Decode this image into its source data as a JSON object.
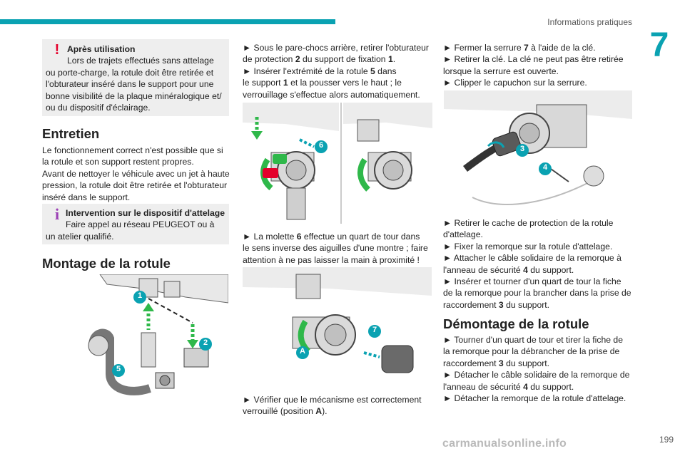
{
  "header": {
    "title": "Informations pratiques",
    "chapter": "7"
  },
  "col1": {
    "box1": {
      "icon": "!",
      "title": "Après utilisation",
      "lines": [
        "Lors de trajets effectués sans attelage",
        "ou porte-charge, la rotule doit être retirée et",
        "l'obturateur inséré dans le support pour une",
        "bonne visibilité de la plaque minéralogique et/",
        "ou du dispositif d'éclairage."
      ]
    },
    "entretien_heading": "Entretien",
    "entretien_lines": [
      "Le fonctionnement correct n'est possible que si",
      "la rotule et son support restent propres.",
      "Avant de nettoyer le véhicule avec un jet à haute",
      "pression, la rotule doit être retirée et l'obturateur",
      "inséré dans le support."
    ],
    "box2": {
      "icon": "i",
      "title": "Intervention sur le dispositif d'attelage",
      "lines": [
        "Faire appel au réseau PEUGEOT ou à",
        "un atelier qualifié."
      ]
    },
    "montage_heading": "Montage de la rotule",
    "fig_labels": {
      "n1": "1",
      "n2": "2",
      "n5": "5"
    }
  },
  "col2": {
    "step1": {
      "marker": "►",
      "pre": "Sous le pare-chocs arrière, retirer l'obturateur",
      "line2a": "de protection ",
      "b2": "2",
      "line2b": " du support de fixation ",
      "b1": "1",
      "line2c": "."
    },
    "step2": {
      "marker": "►",
      "pre": "Insérer l'extrémité de la rotule ",
      "b5": "5",
      "post": " dans",
      "line2a": "le support ",
      "b1": "1",
      "line2b": " et la pousser vers le haut ; le",
      "line3": "verrouillage s'effectue alors automatiquement."
    },
    "fig_labels": {
      "n6": "6",
      "n7": "7",
      "a": "A"
    },
    "step3": {
      "marker": "►",
      "pre": "La molette ",
      "b6": "6",
      "post": " effectue un quart de tour dans",
      "line2": "le sens inverse des aiguilles d'une montre ; faire",
      "line3": "attention à ne pas laisser la main à proximité !"
    },
    "step4": {
      "marker": "►",
      "pre": "Vérifier que le mécanisme est correctement",
      "line2a": "verrouillé (position ",
      "ba": "A",
      "line2b": ")."
    }
  },
  "col3": {
    "step1": {
      "marker": "►",
      "pre": "Fermer la serrure ",
      "b7": "7",
      "post": " à l'aide de la clé."
    },
    "step2": {
      "marker": "►",
      "pre": "Retirer la clé. La clé ne peut pas être retirée",
      "line2": "lorsque la serrure est ouverte."
    },
    "step3": {
      "marker": "►",
      "pre": "Clipper le capuchon sur la serrure."
    },
    "fig_labels": {
      "n3": "3",
      "n4": "4"
    },
    "step4": {
      "marker": "►",
      "pre": "Retirer le cache de protection de la rotule",
      "line2": "d'attelage."
    },
    "step5": {
      "marker": "►",
      "pre": "Fixer la remorque sur la rotule d'attelage."
    },
    "step6": {
      "marker": "►",
      "pre": "Attacher le câble solidaire de la remorque à",
      "line2a": "l'anneau de sécurité ",
      "b4": "4",
      "line2b": " du support."
    },
    "step7": {
      "marker": "►",
      "pre": "Insérer et tourner d'un quart de tour la fiche",
      "line2": "de la remorque pour la brancher dans la prise de",
      "line3a": "raccordement ",
      "b3": "3",
      "line3b": " du support."
    },
    "demontage_heading": "Démontage de la rotule",
    "step8": {
      "marker": "►",
      "pre": "Tourner d'un quart de tour et tirer la fiche de",
      "line2": "la remorque pour la débrancher de la prise de",
      "line3a": "raccordement ",
      "b3": "3",
      "line3b": " du support."
    },
    "step9": {
      "marker": "►",
      "pre": "Détacher le câble solidaire de la remorque de",
      "line2a": "l'anneau de sécurité ",
      "b4": "4",
      "line2b": " du support."
    },
    "step10": {
      "marker": "►",
      "pre": "Détacher la remorque de la rotule d'attelage."
    }
  },
  "footer": {
    "page": "199",
    "watermark": "carmanualsonline.info"
  },
  "colors": {
    "accent": "#0aa2b2",
    "warning": "#e4002b",
    "info": "#9b3fb5",
    "green": "#2fb84a",
    "red": "#e4002b",
    "box_bg": "#eeeeee"
  }
}
